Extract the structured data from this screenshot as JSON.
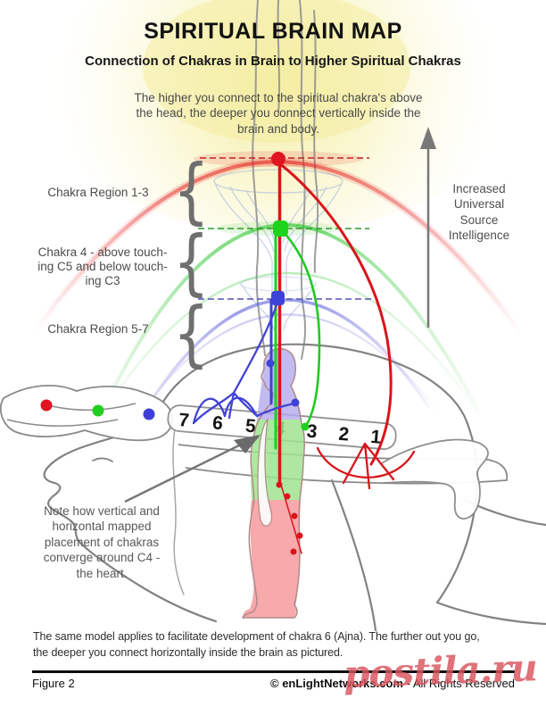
{
  "header": {
    "title": "SPIRITUAL BRAIN MAP",
    "subtitle": "Connection of Chakras in Brain to Higher Spiritual Chakras"
  },
  "intro": {
    "lines": [
      "The higher you connect to the spiritual chakra's above",
      "the head, the deeper you connect vertically inside the",
      "brain and body."
    ]
  },
  "left_labels": {
    "region13": "Chakra Region 1-3",
    "chakra4_lines": [
      "Chakra 4 - above touch-",
      "ing C5 and below touch-",
      "ing C3"
    ],
    "region57": "Chakra Region 5-7",
    "brace_glyph": "{"
  },
  "right_label": {
    "lines": [
      "Increased",
      "Universal",
      "Source",
      "Intelligence"
    ]
  },
  "note": {
    "lines": [
      "Note how vertical and",
      "horizontal mapped",
      "placement of chakras",
      "converge around C4 -",
      "the heart."
    ]
  },
  "band": {
    "numbers": [
      "7",
      "6",
      "5",
      "4",
      "3",
      "2",
      "1"
    ]
  },
  "bottom_text": {
    "lines": [
      "The same model applies to facilitate development of chakra 6 (Ajna).  The further out you go,",
      "the deeper you connect horizontally inside the brain as pictured."
    ]
  },
  "footer": {
    "figure_label": "Figure 2",
    "copyright_bold": "© enLightNetworks.com",
    "copyright_rest": " - All Rights Reserved"
  },
  "watermark": {
    "text": "postila.ru",
    "color": "#d8545e"
  },
  "colors": {
    "chakra_red": "#e3141c",
    "chakra_green": "#1fcf1f",
    "chakra_blue": "#3f3fd6",
    "glow_yellow": "#f6f0a4",
    "outline_gray": "#8a8a8a",
    "figure_head_fill": "#b3aaec",
    "figure_torso_fill": "#9fe38f",
    "figure_legs_fill": "#f6a0a2",
    "watermark_pink": "#d8545e"
  }
}
